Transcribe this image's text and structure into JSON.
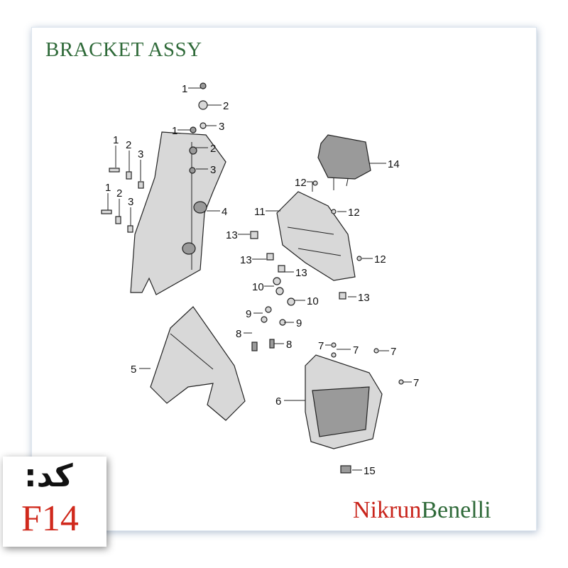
{
  "title": "BRACKET ASSY",
  "brand": {
    "part1": "Nikrun",
    "part2": "Benelli"
  },
  "code": {
    "label": "کد:",
    "value": "F14"
  },
  "callouts": [
    {
      "id": "c1a",
      "text": "1"
    },
    {
      "id": "c2a",
      "text": "2"
    },
    {
      "id": "c3a",
      "text": "3"
    },
    {
      "id": "c1b",
      "text": "1"
    },
    {
      "id": "c2b",
      "text": "2"
    },
    {
      "id": "c3b",
      "text": "3"
    },
    {
      "id": "c4",
      "text": "4"
    },
    {
      "id": "c1c",
      "text": "1"
    },
    {
      "id": "c2c",
      "text": "2"
    },
    {
      "id": "c3c",
      "text": "3"
    },
    {
      "id": "c1d",
      "text": "1"
    },
    {
      "id": "c2d",
      "text": "2"
    },
    {
      "id": "c3d",
      "text": "3"
    },
    {
      "id": "c5",
      "text": "5"
    },
    {
      "id": "c14",
      "text": "14"
    },
    {
      "id": "c12a",
      "text": "12"
    },
    {
      "id": "c11",
      "text": "11"
    },
    {
      "id": "c12b",
      "text": "12"
    },
    {
      "id": "c13a",
      "text": "13"
    },
    {
      "id": "c13b",
      "text": "13"
    },
    {
      "id": "c12c",
      "text": "12"
    },
    {
      "id": "c13c",
      "text": "13"
    },
    {
      "id": "c10a",
      "text": "10"
    },
    {
      "id": "c10b",
      "text": "10"
    },
    {
      "id": "c13d",
      "text": "13"
    },
    {
      "id": "c9a",
      "text": "9"
    },
    {
      "id": "c9b",
      "text": "9"
    },
    {
      "id": "c8a",
      "text": "8"
    },
    {
      "id": "c8b",
      "text": "8"
    },
    {
      "id": "c7a",
      "text": "7"
    },
    {
      "id": "c7b",
      "text": "7"
    },
    {
      "id": "c7c",
      "text": "7"
    },
    {
      "id": "c7d",
      "text": "7"
    },
    {
      "id": "c6",
      "text": "6"
    },
    {
      "id": "c15",
      "text": "15"
    }
  ]
}
